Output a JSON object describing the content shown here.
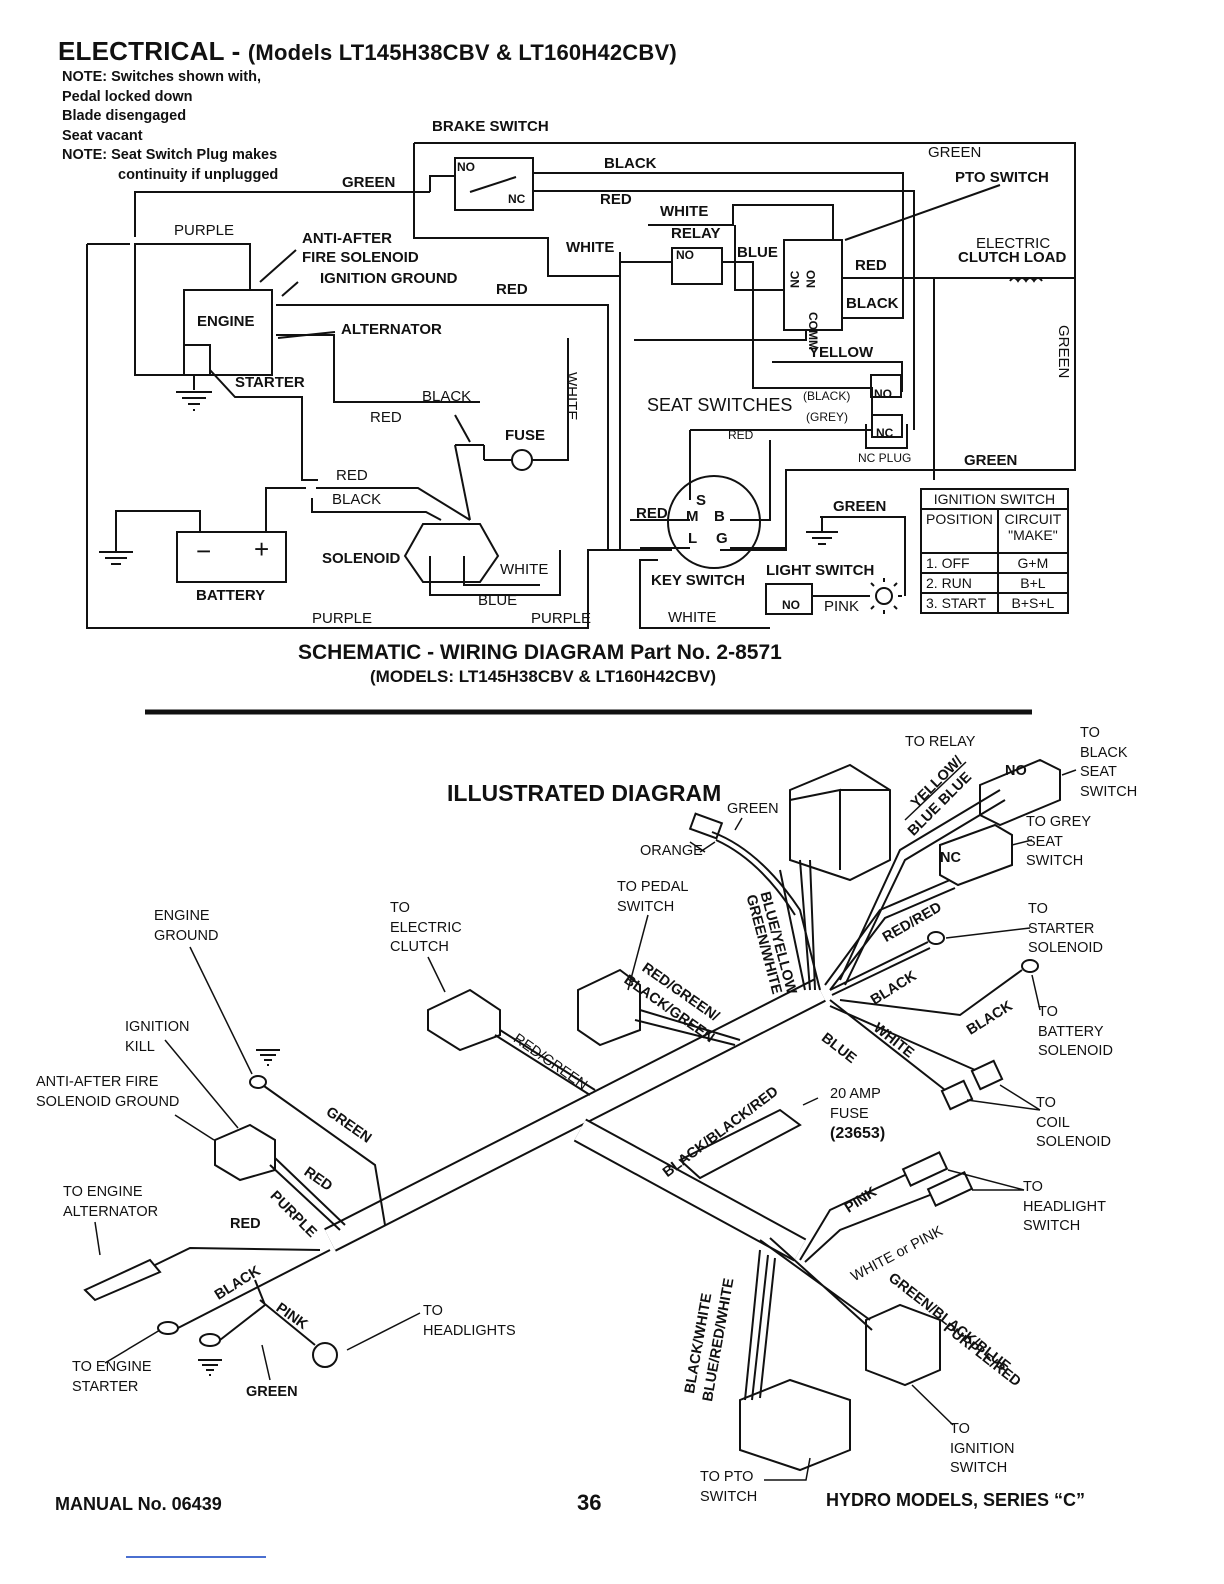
{
  "header": {
    "title_main": "ELECTRICAL - ",
    "title_models": "(Models LT145H38CBV & LT160H42CBV)",
    "notes": [
      "NOTE: Switches shown with,",
      "Pedal locked down",
      "Blade disengaged",
      "Seat vacant",
      "NOTE: Seat Switch Plug makes",
      "continuity if unplugged"
    ]
  },
  "schematic": {
    "components": {
      "brake_switch": "BRAKE SWITCH",
      "pto_switch": "PTO SWITCH",
      "relay": "RELAY",
      "electric_clutch_load_1": "ELECTRIC",
      "electric_clutch_load_2": "CLUTCH LOAD",
      "anti_after_fire_1": "ANTI-AFTER",
      "anti_after_fire_2": "FIRE SOLENOID",
      "ignition_ground": "IGNITION GROUND",
      "engine": "ENGINE",
      "alternator": "ALTERNATOR",
      "starter": "STARTER",
      "fuse": "FUSE",
      "seat_switches": "SEAT SWITCHES",
      "seat_black": "(BLACK)",
      "seat_grey": "(GREY)",
      "nc_plug": "NC PLUG",
      "battery": "BATTERY",
      "solenoid": "SOLENOID",
      "key_switch": "KEY SWITCH",
      "light_switch": "LIGHT SWITCH"
    },
    "switch_contacts": {
      "no": "NO",
      "nc": "NC",
      "comm": "COMM",
      "key_s": "S",
      "key_m": "M",
      "key_b": "B",
      "key_l": "L",
      "key_g": "G",
      "battery_minus": "−",
      "battery_plus": "+"
    },
    "wire_labels": {
      "green_top": "GREEN",
      "green_brake": "GREEN",
      "black_brake": "BLACK",
      "red_brake": "RED",
      "white_relay_top": "WHITE",
      "white_relay_left": "WHITE",
      "blue_relay": "BLUE",
      "red_pto": "RED",
      "black_pto": "BLACK",
      "purple_top": "PURPLE",
      "red_ignition": "RED",
      "green_right_vertical": "GREEN",
      "yellow": "YELLOW",
      "white_vertical": "WHITE",
      "black_fuse": "BLACK",
      "red_fuse": "RED",
      "red_seat": "RED",
      "green_seat": "GREEN",
      "red_battery": "RED",
      "black_battery": "BLACK",
      "red_key": "RED",
      "green_light": "GREEN",
      "white_solenoid": "WHITE",
      "blue_solenoid": "BLUE",
      "purple_bottom_left": "PURPLE",
      "purple_bottom_right": "PURPLE",
      "white_light": "WHITE",
      "pink_light": "PINK"
    },
    "ignition_table": {
      "title": "IGNITION SWITCH",
      "headers": [
        "POSITION",
        "CIRCUIT \"MAKE\""
      ],
      "rows": [
        [
          "1. OFF",
          "G+M"
        ],
        [
          "2. RUN",
          "B+L"
        ],
        [
          "3. START",
          "B+S+L"
        ]
      ]
    },
    "caption_line1": "SCHEMATIC - WIRING DIAGRAM Part No. 2-8571",
    "caption_line2": "(MODELS:  LT145H38CBV & LT160H42CBV)"
  },
  "illustrated": {
    "title": "ILLUSTRATED DIAGRAM",
    "callouts": {
      "to_relay": "TO RELAY",
      "to_black_seat": [
        "TO",
        "BLACK",
        "SEAT",
        "SWITCH"
      ],
      "to_grey_seat": [
        "TO GREY",
        "SEAT",
        "SWITCH"
      ],
      "to_starter_solenoid": [
        "TO",
        "STARTER",
        "SOLENOID"
      ],
      "to_battery_solenoid": [
        "TO",
        "BATTERY",
        "SOLENOID"
      ],
      "to_coil_solenoid": [
        "TO",
        "COIL",
        "SOLENOID"
      ],
      "to_headlight_switch": [
        "TO",
        "HEADLIGHT",
        "SWITCH"
      ],
      "to_ignition_switch": [
        "TO",
        "IGNITION",
        "SWITCH"
      ],
      "to_pto_switch": [
        "TO PTO",
        "SWITCH"
      ],
      "to_pedal_switch": [
        "TO PEDAL",
        "SWITCH"
      ],
      "to_electric_clutch": [
        "TO",
        "ELECTRIC",
        "CLUTCH"
      ],
      "engine_ground": [
        "ENGINE",
        "GROUND"
      ],
      "ignition_kill": [
        "IGNITION",
        "KILL"
      ],
      "anti_after_fire_ground": [
        "ANTI-AFTER FIRE",
        "SOLENOID GROUND"
      ],
      "to_engine_alternator": [
        "TO ENGINE",
        "ALTERNATOR"
      ],
      "to_engine_starter": [
        "TO ENGINE",
        "STARTER"
      ],
      "to_headlights": [
        "TO",
        "HEADLIGHTS"
      ],
      "fuse": [
        "20 AMP",
        "FUSE",
        "(23653)"
      ]
    },
    "connector_marks": {
      "no": "NO",
      "nc": "NC"
    },
    "wire_labels": {
      "green_relay": "GREEN",
      "orange": "ORANGE",
      "yellow_blue": "YELLOW/",
      "blue_blue": "BLUE BLUE",
      "red_red": "RED/RED",
      "blue_yellow": "BLUE/YELLOW",
      "green_white": "GREEN/WHITE",
      "red_green_black_green_1": "RED/GREEN/",
      "red_green_black_green_2": "BLACK/GREEN",
      "red_green_clutch": "RED/GREEN",
      "black_starter": "BLACK",
      "black_battery": "BLACK",
      "white_coil": "WHITE",
      "blue_coil": "BLUE",
      "black_black_red": "BLACK/BLACK/RED",
      "pink_headlight": "PINK",
      "white_or_pink": "WHITE or PINK",
      "green_black_blue": "GREEN/BLACK/BLUE",
      "purple_red": "PURPLE/RED",
      "black_white": "BLACK/WHITE",
      "blue_red_white": "BLUE/RED/WHITE",
      "green_engine": "GREEN",
      "red_engine": "RED",
      "purple_engine": "PURPLE",
      "red_alternator": "RED",
      "black_starter_engine": "BLACK",
      "pink_headlights": "PINK",
      "green_ground": "GREEN"
    }
  },
  "footer": {
    "manual_no": "MANUAL No.  06439",
    "page_number": "36",
    "series": "HYDRO MODELS, SERIES “C”"
  }
}
